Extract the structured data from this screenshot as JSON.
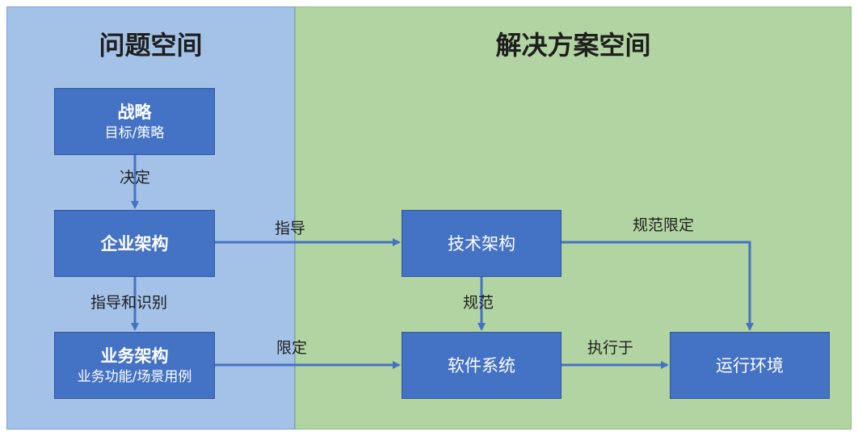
{
  "panels": {
    "problem_title": "问题空间",
    "solution_title": "解决方案空间"
  },
  "nodes": {
    "strategy": {
      "title": "战略",
      "subtitle": "目标/策略"
    },
    "enterprise_arch": {
      "title": "企业架构"
    },
    "business_arch": {
      "title": "业务架构",
      "subtitle": "业务功能/场景用例"
    },
    "tech_arch": {
      "title": "技术架构"
    },
    "software_system": {
      "title": "软件系统"
    },
    "runtime_env": {
      "title": "运行环境"
    }
  },
  "edges": {
    "decide": "决定",
    "guide": "指导",
    "guide_identify": "指导和识别",
    "restrict": "限定",
    "standardize": "规范",
    "standardize_restrict": "规范限定",
    "execute_on": "执行于"
  },
  "colors": {
    "problem_bg": "#a4c2e8",
    "solution_bg": "#b2d4a2",
    "node_fill": "#4472c4",
    "arrow": "#4472c4"
  }
}
